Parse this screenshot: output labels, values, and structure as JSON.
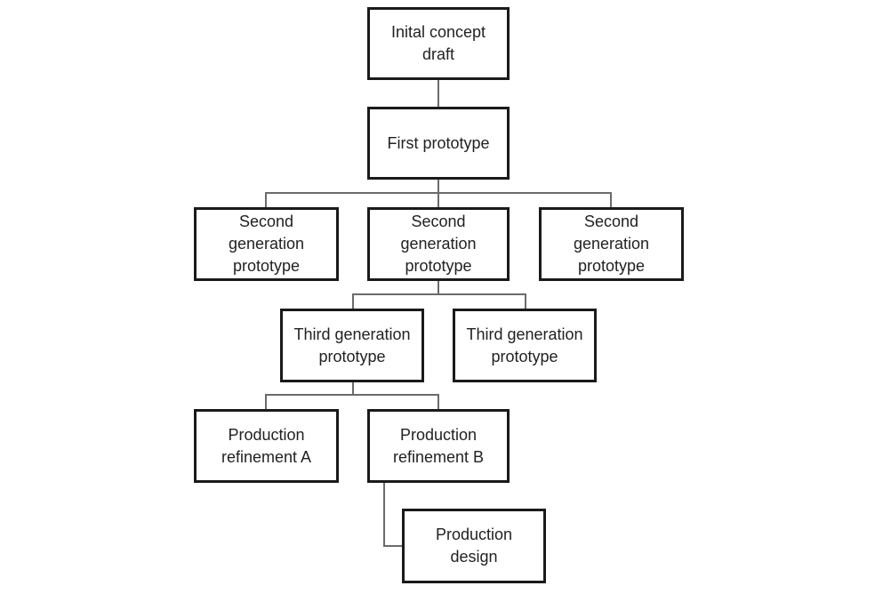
{
  "diagram": {
    "nodes": {
      "initial_concept": "Inital concept\ndraft",
      "first_prototype": "First prototype",
      "second_gen_left": "Second\ngeneration\nprototype",
      "second_gen_center": "Second\ngeneration\nprototype",
      "second_gen_right": "Second\ngeneration\nprototype",
      "third_gen_left": "Third generation\nprototype",
      "third_gen_right": "Third generation\nprototype",
      "production_refinement_a": "Production\nrefinement A",
      "production_refinement_b": "Production\nrefinement B",
      "production_design": "Production\ndesign"
    },
    "edges": [
      [
        "initial_concept",
        "first_prototype"
      ],
      [
        "first_prototype",
        "second_gen_left"
      ],
      [
        "first_prototype",
        "second_gen_center"
      ],
      [
        "first_prototype",
        "second_gen_right"
      ],
      [
        "second_gen_center",
        "third_gen_left"
      ],
      [
        "second_gen_center",
        "third_gen_right"
      ],
      [
        "third_gen_left",
        "production_refinement_a"
      ],
      [
        "third_gen_left",
        "production_refinement_b"
      ],
      [
        "production_refinement_b",
        "production_design"
      ]
    ]
  }
}
